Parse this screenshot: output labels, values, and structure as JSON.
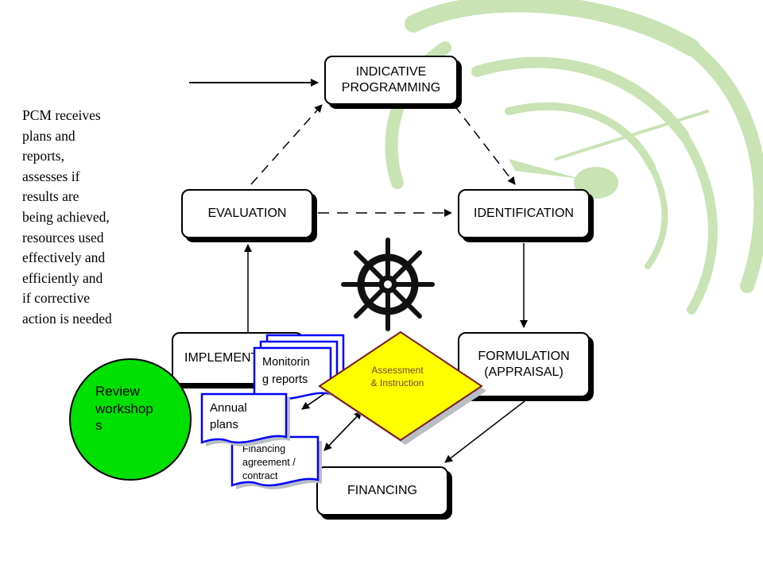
{
  "note": {
    "lines": [
      "PCM receives",
      "plans and",
      "reports,",
      "assesses if",
      "results are",
      "being achieved,",
      "resources used",
      "effectively and",
      "efficiently and",
      "if corrective",
      "action is needed"
    ]
  },
  "stages": {
    "indicative_programming": [
      "INDICATIVE",
      "PROGRAMMING"
    ],
    "identification": "IDENTIFICATION",
    "evaluation": "EVALUATION",
    "implementation": "IMPLEMENTATION",
    "formulation": [
      "FORMULATION",
      "(APPRAISAL)"
    ],
    "financing": "FINANCING"
  },
  "documents": {
    "monitoring_reports": [
      "Monitorin",
      "g reports"
    ],
    "annual_plans": [
      "Annual",
      "plans"
    ],
    "financing_agreement": [
      "Financing",
      "agreement /",
      "contract"
    ]
  },
  "review_workshops": [
    "Review",
    "workshop",
    "s"
  ],
  "assessment": [
    "Assessment",
    "& Instruction"
  ],
  "colors": {
    "background_swirl": "#c9e3b4",
    "review_circle": "#00e000",
    "diamond_fill": "#ffff00",
    "diamond_border": "#7a1a22",
    "document_border": "#0000ff"
  },
  "icons": {
    "ship_wheel": "ship-wheel-icon"
  }
}
